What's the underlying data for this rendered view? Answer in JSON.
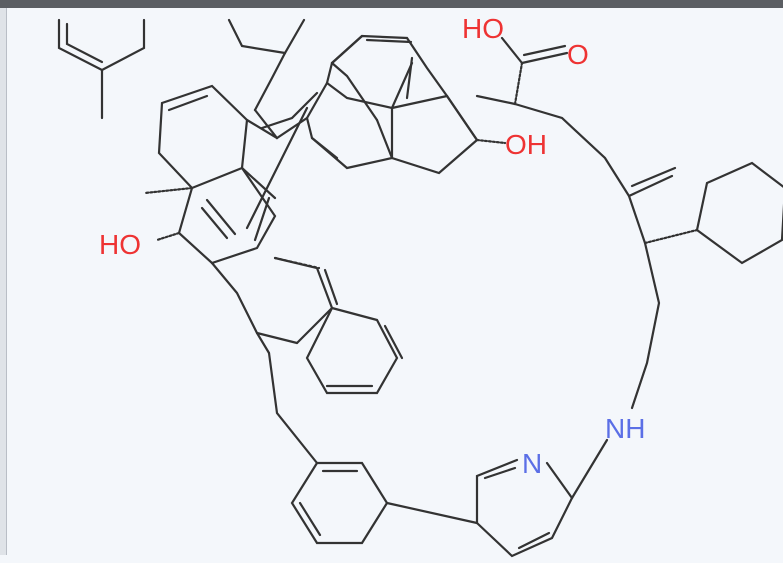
{
  "molecule": {
    "labels": {
      "carboxyl_ho": "HO",
      "carboxyl_o": "O",
      "hydroxyl_right": "OH",
      "hydroxyl_left": "HO",
      "amine": "NH",
      "pyridine_n": "N"
    }
  },
  "colors": {
    "canvas_bg": "#f4f7fb",
    "bond": "#333333",
    "oxygen": "#ee3333",
    "nitrogen": "#5b6fe6",
    "top_bar": "#5b5e63"
  }
}
